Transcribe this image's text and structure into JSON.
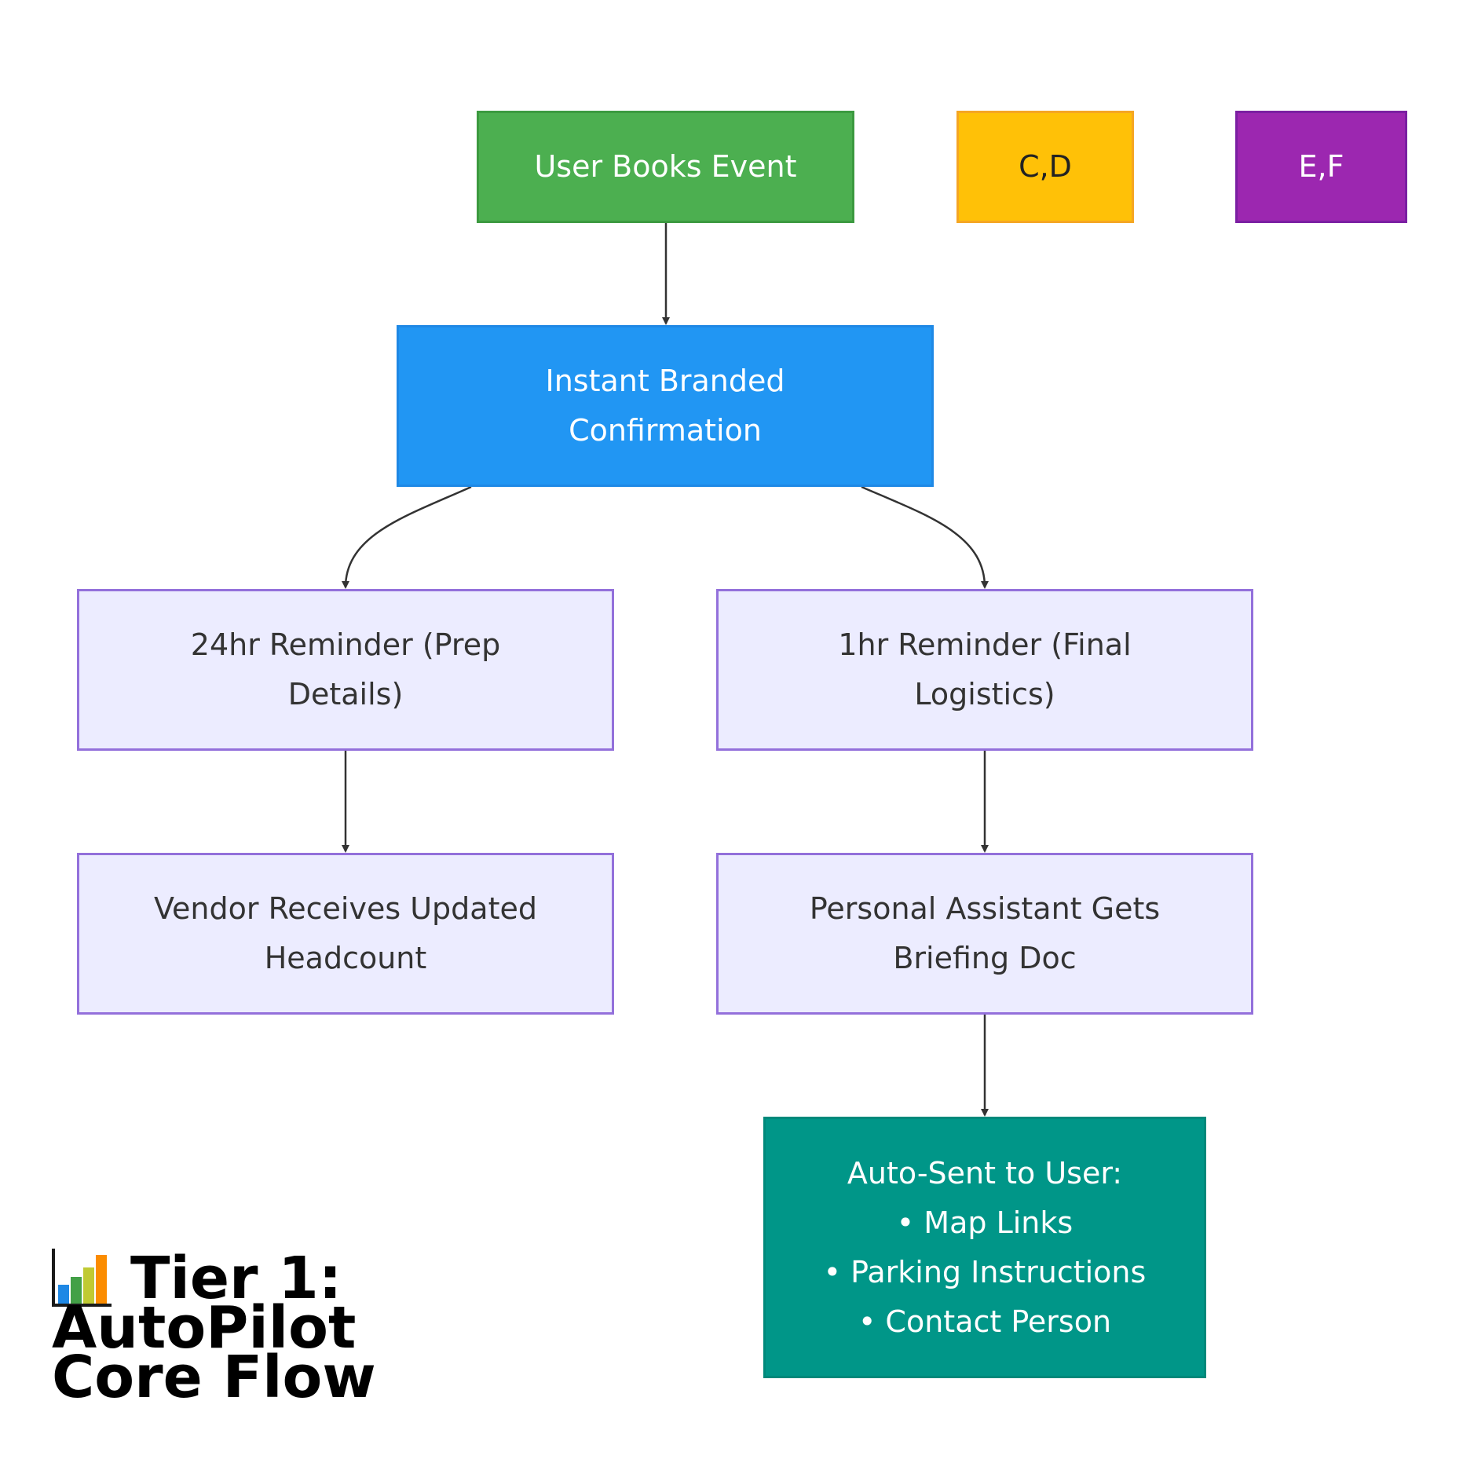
{
  "nodes": {
    "user_books": {
      "text": "User Books Event"
    },
    "cd": {
      "text": "C,D"
    },
    "ef": {
      "text": "E,F"
    },
    "confirmation": {
      "lines": [
        "Instant Branded",
        "Confirmation"
      ]
    },
    "reminder_24": {
      "lines": [
        "24hr Reminder (Prep",
        "Details)"
      ]
    },
    "reminder_1": {
      "lines": [
        "1hr Reminder (Final",
        "Logistics)"
      ]
    },
    "vendor": {
      "lines": [
        "Vendor Receives Updated",
        "Headcount"
      ]
    },
    "assistant": {
      "lines": [
        "Personal Assistant Gets",
        "Briefing Doc"
      ]
    },
    "auto_sent": {
      "lines": [
        "Auto-Sent to User:",
        "• Map Links",
        "• Parking Instructions",
        "• Contact Person"
      ]
    }
  },
  "title": {
    "icon": "bar-chart-icon",
    "lines": [
      "Tier 1:",
      "AutoPilot",
      "Core Flow"
    ]
  },
  "colors": {
    "green": "#4caf50",
    "yellow": "#ffc107",
    "purple": "#9c27b0",
    "blue": "#2196f3",
    "lavender": "#ececff",
    "lavender_border": "#9370db",
    "teal": "#009688",
    "edge": "#333333"
  }
}
